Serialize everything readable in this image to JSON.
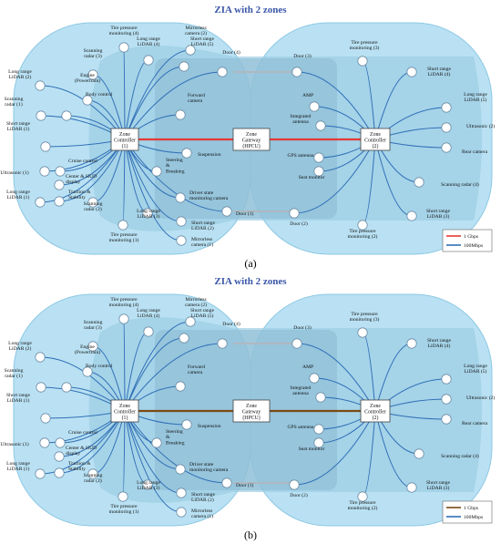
{
  "panels": [
    {
      "title": "ZIA with 2 zones",
      "caption": "(a)",
      "colors": {
        "main": "#e53935",
        "link": "#2f6fb6"
      },
      "legend": [
        {
          "label": "1 Gbps",
          "color": "#e53935"
        },
        {
          "label": "100Mbps",
          "color": "#2f6fb6"
        }
      ]
    },
    {
      "title": "ZIA with 2 zones",
      "caption": "(b)",
      "colors": {
        "main": "#7a4a14",
        "link": "#2f6fb6"
      },
      "legend": [
        {
          "label": "1 Gbps",
          "color": "#7a4a14"
        },
        {
          "label": "100Mbps",
          "color": "#2f6fb6"
        }
      ]
    }
  ],
  "hubs": {
    "zone1": [
      "Zone",
      "Controller",
      "(1)"
    ],
    "gateway": [
      "Zone",
      "Gateway",
      "(HPCU)"
    ],
    "zone2": [
      "Zone",
      "Controller",
      "(2)"
    ]
  },
  "left_nodes": [
    {
      "lines": [
        "Tire pressure",
        "monitoring (4)"
      ]
    },
    {
      "lines": [
        "Mirrorless",
        "camera (2)"
      ]
    },
    {
      "lines": [
        "Long range",
        "LiDAR (4)"
      ]
    },
    {
      "lines": [
        "Short range",
        "LiDAR (5)"
      ]
    },
    {
      "lines": [
        "Scanning",
        "radar (3)"
      ]
    },
    {
      "lines": [
        "Door (4)"
      ]
    },
    {
      "lines": [
        "Long range",
        "LiDAR (2)"
      ]
    },
    {
      "lines": [
        "Engine",
        "(Powertrain)"
      ]
    },
    {
      "lines": [
        "Body control"
      ]
    },
    {
      "lines": [
        "Scanning",
        "radar (1)"
      ]
    },
    {
      "lines": [
        "Forward",
        "camera"
      ]
    },
    {
      "lines": [
        "Short range",
        "LiDAR (1)"
      ]
    },
    {
      "lines": [
        "Suspension"
      ]
    },
    {
      "lines": [
        "Ultrasonic (1)"
      ]
    },
    {
      "lines": [
        "Cruise control"
      ]
    },
    {
      "lines": [
        "Center & HUD",
        "display"
      ]
    },
    {
      "lines": [
        "Steering",
        "&",
        "Breaking"
      ]
    },
    {
      "lines": [
        "Long range",
        "LiDAR (1)"
      ]
    },
    {
      "lines": [
        "Traction &",
        "Stability"
      ]
    },
    {
      "lines": [
        "Driver state",
        "monitoring camera"
      ]
    },
    {
      "lines": [
        "Scanning",
        "radar (2)"
      ]
    },
    {
      "lines": [
        "Long range",
        "LiDAR (3)"
      ]
    },
    {
      "lines": [
        "Door (1)"
      ]
    },
    {
      "lines": [
        "Short range",
        "LiDAR (2)"
      ]
    },
    {
      "lines": [
        "Tire pressure",
        "monitoring (1)"
      ]
    },
    {
      "lines": [
        "Mirrorless",
        "camera (1)"
      ]
    }
  ],
  "right_nodes": [
    {
      "lines": [
        "Door (3)"
      ]
    },
    {
      "lines": [
        "Tire pressure",
        "monitoring (3)"
      ]
    },
    {
      "lines": [
        "Short range",
        "LiDAR (4)"
      ]
    },
    {
      "lines": [
        "Long range",
        "LiDAR (5)"
      ]
    },
    {
      "lines": [
        "AMP"
      ]
    },
    {
      "lines": [
        "Integrated",
        "antenna"
      ]
    },
    {
      "lines": [
        "Ultrasonic (2)"
      ]
    },
    {
      "lines": [
        "GPS antenna"
      ]
    },
    {
      "lines": [
        "Rear camera"
      ]
    },
    {
      "lines": [
        "Seat monitor"
      ]
    },
    {
      "lines": [
        "Scanning radar (4)"
      ]
    },
    {
      "lines": [
        "Short range",
        "LiDAR (3)"
      ]
    },
    {
      "lines": [
        "Door (2)"
      ]
    },
    {
      "lines": [
        "Tire pressure",
        "monitoring (2)"
      ]
    }
  ]
}
